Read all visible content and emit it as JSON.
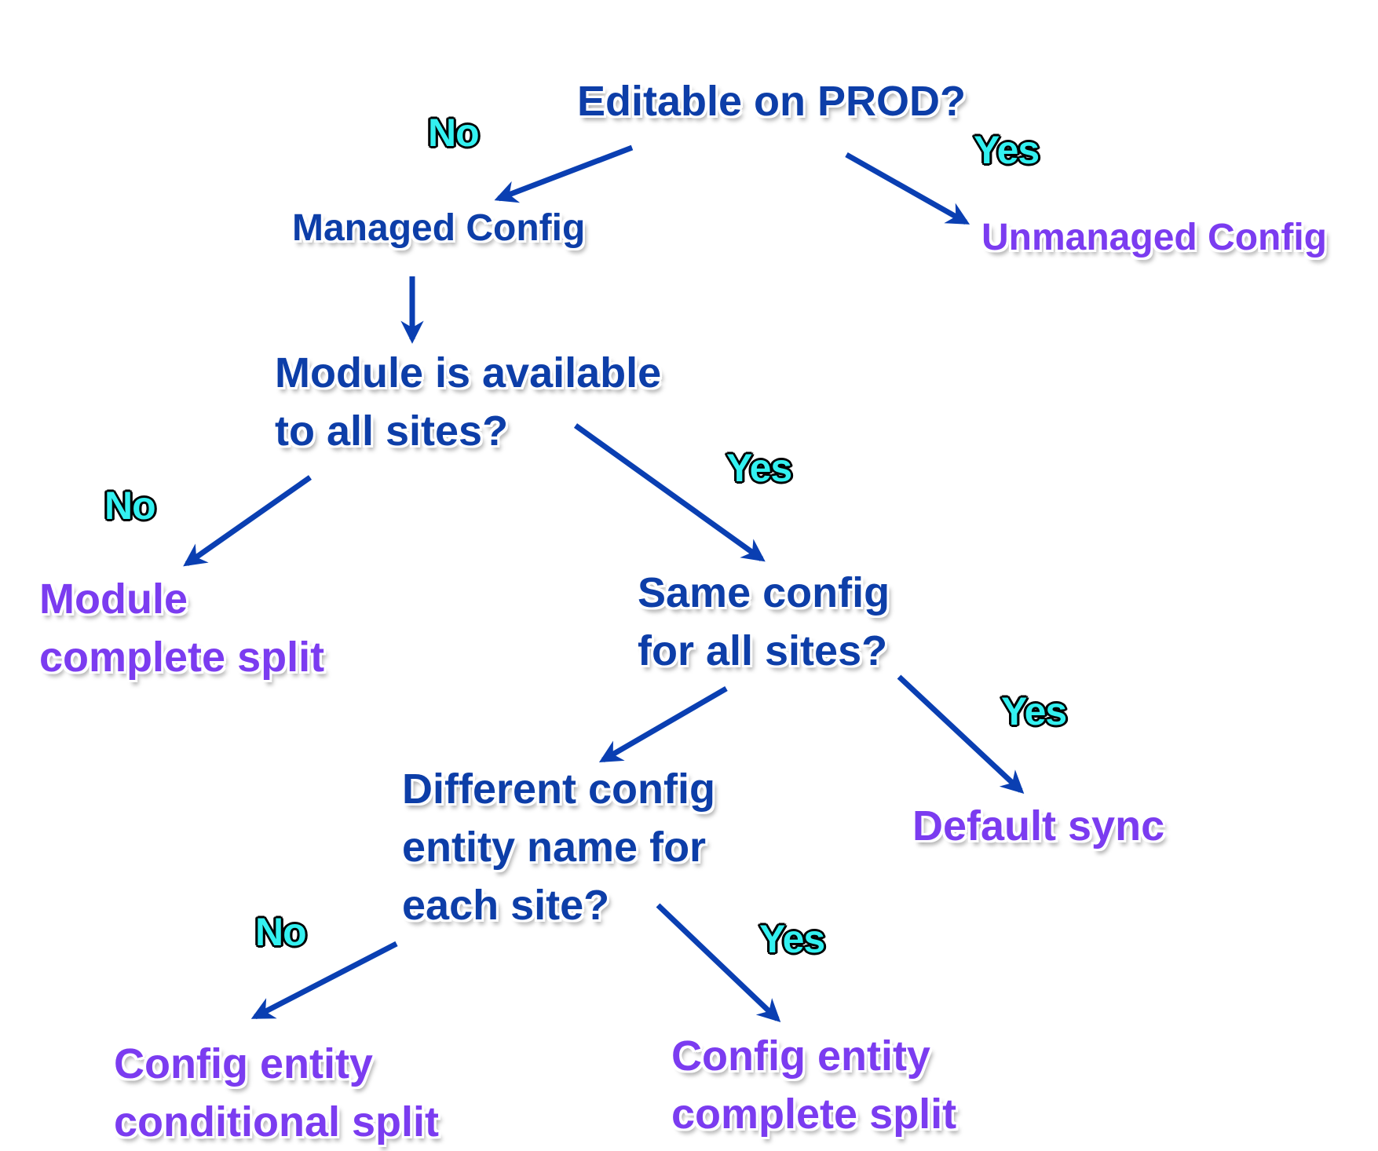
{
  "nodes": {
    "q_editable": "Editable on PROD?",
    "managed": "Managed Config",
    "unmanaged": "Unmanaged Config",
    "q_module": "Module is available\nto all sites?",
    "module_split": "Module\ncomplete split",
    "q_same": "Same config\nfor all sites?",
    "default_sync": "Default sync",
    "q_different": "Different config\nentity name for\neach site?",
    "conditional_split": "Config entity\nconditional split",
    "complete_split": "Config entity\ncomplete split"
  },
  "branch_labels": {
    "editable_no": "No",
    "editable_yes": "Yes",
    "module_no": "No",
    "module_yes": "Yes",
    "same_yes": "Yes",
    "different_no": "No",
    "different_yes": "Yes"
  },
  "colors": {
    "question": "#0d3ea8",
    "outcome": "#7b3cf0",
    "arrow": "#0a3fb2",
    "label": "#33f0f0"
  }
}
